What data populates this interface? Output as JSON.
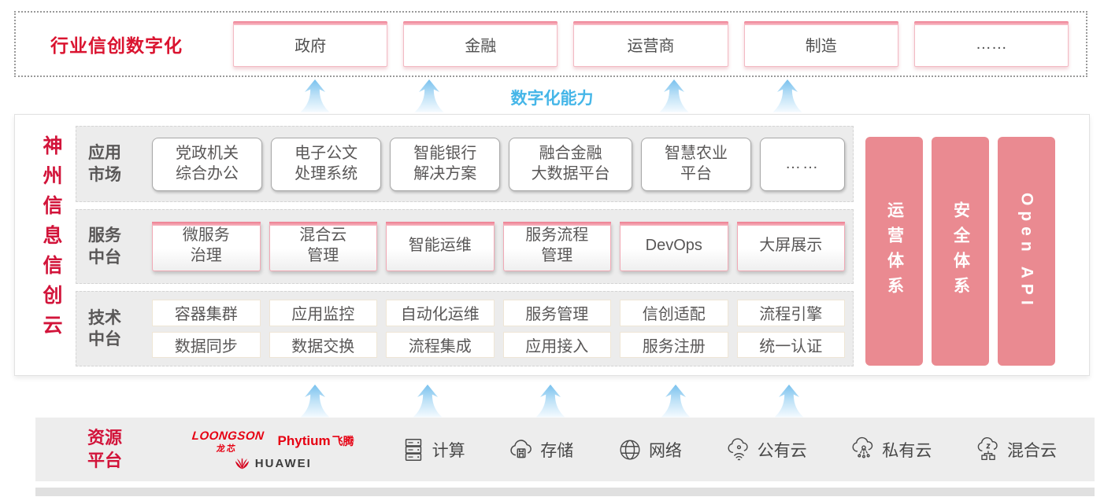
{
  "top_banner": {
    "title": "行业信创数字化",
    "industries": [
      {
        "label": "政府"
      },
      {
        "label": "金融"
      },
      {
        "label": "运营商"
      },
      {
        "label": "制造"
      },
      {
        "label": "……"
      }
    ]
  },
  "capability": {
    "label": "数字化能力"
  },
  "platform": {
    "title": "神州信息信创云",
    "groups": [
      {
        "label": "应用\n市场",
        "items": [
          "党政机关\n综合办公",
          "电子公文\n处理系统",
          "智能银行\n解决方案",
          "融合金融\n大数据平台",
          "智慧农业\n平台",
          "……"
        ]
      },
      {
        "label": "服务\n中台",
        "items": [
          "微服务\n治理",
          "混合云\n管理",
          "智能运维",
          "服务流程\n管理",
          "DevOps",
          "大屏展示"
        ]
      },
      {
        "label": "技术\n中台",
        "rows": [
          [
            "容器集群",
            "应用监控",
            "自动化运维",
            "服务管理",
            "信创适配",
            "流程引擎"
          ],
          [
            "数据同步",
            "数据交换",
            "流程集成",
            "应用接入",
            "服务注册",
            "统一认证"
          ]
        ]
      }
    ],
    "pillars": [
      {
        "label": "运营体系"
      },
      {
        "label": "安全体系"
      },
      {
        "label": "Open API"
      }
    ]
  },
  "resources": {
    "title": "资源\n平台",
    "vendors": {
      "loongson": {
        "name": "LOONGSON",
        "cn": "龙芯"
      },
      "phytium": {
        "name": "Phytium",
        "cn": "飞腾"
      },
      "huawei": {
        "name": "HUAWEI"
      }
    },
    "items": [
      {
        "icon": "compute-icon",
        "label": "计算"
      },
      {
        "icon": "storage-icon",
        "label": "存储"
      },
      {
        "icon": "network-icon",
        "label": "网络"
      },
      {
        "icon": "public-cloud-icon",
        "label": "公有云"
      },
      {
        "icon": "private-cloud-icon",
        "label": "私有云"
      },
      {
        "icon": "hybrid-cloud-icon",
        "label": "混合云"
      }
    ]
  },
  "colors": {
    "accent_red": "#d2143a",
    "pillar_pink": "#ea8a91",
    "capability_blue": "#45b6e8",
    "box_text": "#595757"
  }
}
